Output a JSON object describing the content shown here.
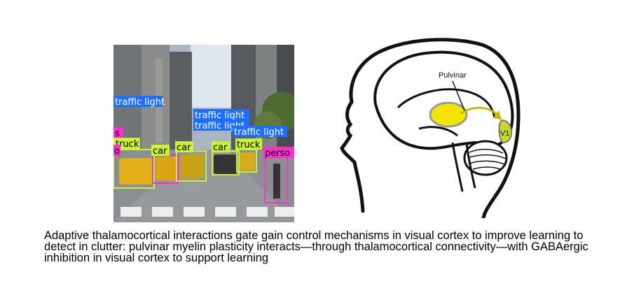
{
  "street_scene": {
    "detections": [
      {
        "label": "traffic light",
        "color": "#1f6fff"
      },
      {
        "label": "traffic light",
        "color": "#1f6fff"
      },
      {
        "label": "traffic light",
        "color": "#1f6fff"
      },
      {
        "label": "traffic light",
        "color": "#1f6fff"
      },
      {
        "label": "s",
        "color": "#ff2fd0"
      },
      {
        "label": "truck",
        "color": "#c8f03c"
      },
      {
        "label": "car",
        "color": "#c8f03c"
      },
      {
        "label": "car",
        "color": "#c8f03c"
      },
      {
        "label": "car",
        "color": "#c8f03c"
      },
      {
        "label": "truck",
        "color": "#c8f03c"
      },
      {
        "label": "perso",
        "color": "#ff2fd0"
      },
      {
        "label": "o",
        "color": "#ff2fd0"
      }
    ]
  },
  "brain": {
    "pulvinar_label": "Pulvinar",
    "v1_label": "V1",
    "pulvinar_color": "#f2e600",
    "arrow_color": "#c9b400"
  },
  "caption": "Adaptive thalamocortical interactions gate gain control mechanisms in visual cortex to improve learning to detect in clutter: pulvinar myelin plasticity interacts—through thalamocortical connectivity—with GABAergic inhibition in visual cortex to support learning"
}
